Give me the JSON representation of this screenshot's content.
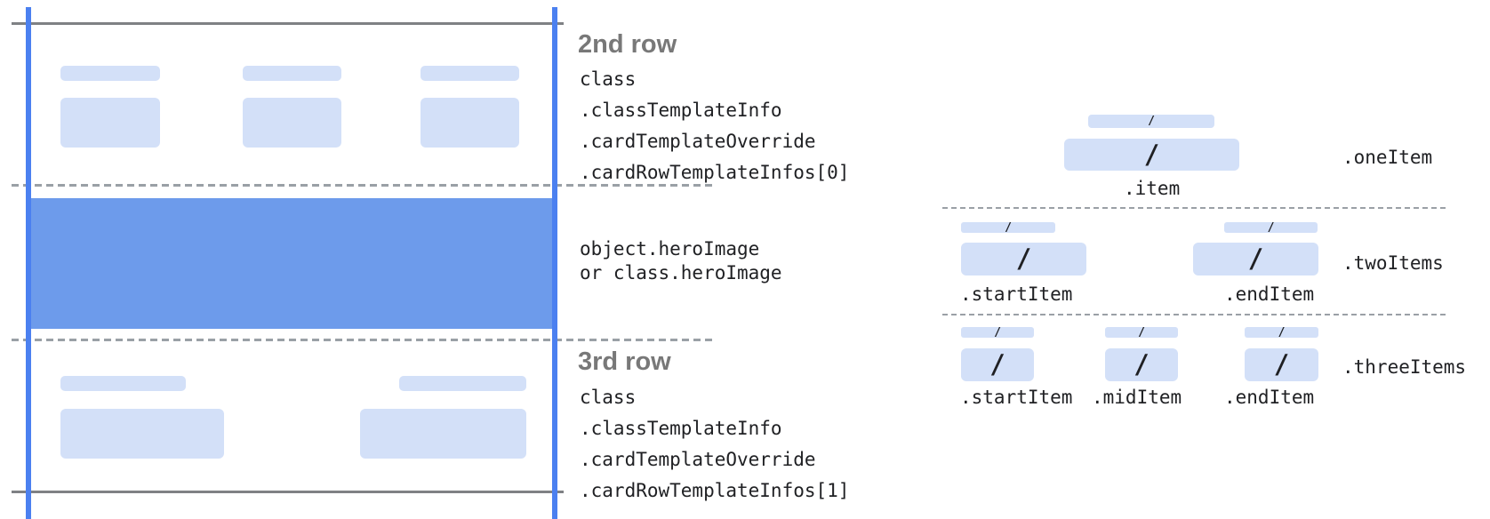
{
  "colors": {
    "hero-blue": "#6d9beb",
    "placeholder-blue": "#d3e0f8",
    "guide-blue": "#4b80f0",
    "line-gray": "#7f8184",
    "dash-gray": "#9aa0a6",
    "heading-gray": "#787878",
    "code-text": "#202124"
  },
  "annotations": {
    "row2": {
      "title": "2nd row",
      "lines": [
        "class",
        ".classTemplateInfo",
        ".cardTemplateOverride",
        ".cardRowTemplateInfos[0]"
      ]
    },
    "hero": {
      "lines": [
        "object.heroImage",
        "or class.heroImage"
      ]
    },
    "row3": {
      "title": "3rd row",
      "lines": [
        "class",
        ".classTemplateInfo",
        ".cardTemplateOverride",
        ".cardRowTemplateInfos[1]"
      ]
    }
  },
  "legend": {
    "slash": "/",
    "one_item": {
      "group_label": ".oneItem",
      "item_label": ".item"
    },
    "two_items": {
      "group_label": ".twoItems",
      "start_label": ".startItem",
      "end_label": ".endItem"
    },
    "three_items": {
      "group_label": ".threeItems",
      "start_label": ".startItem",
      "mid_label": ".midItem",
      "end_label": ".endItem"
    }
  }
}
